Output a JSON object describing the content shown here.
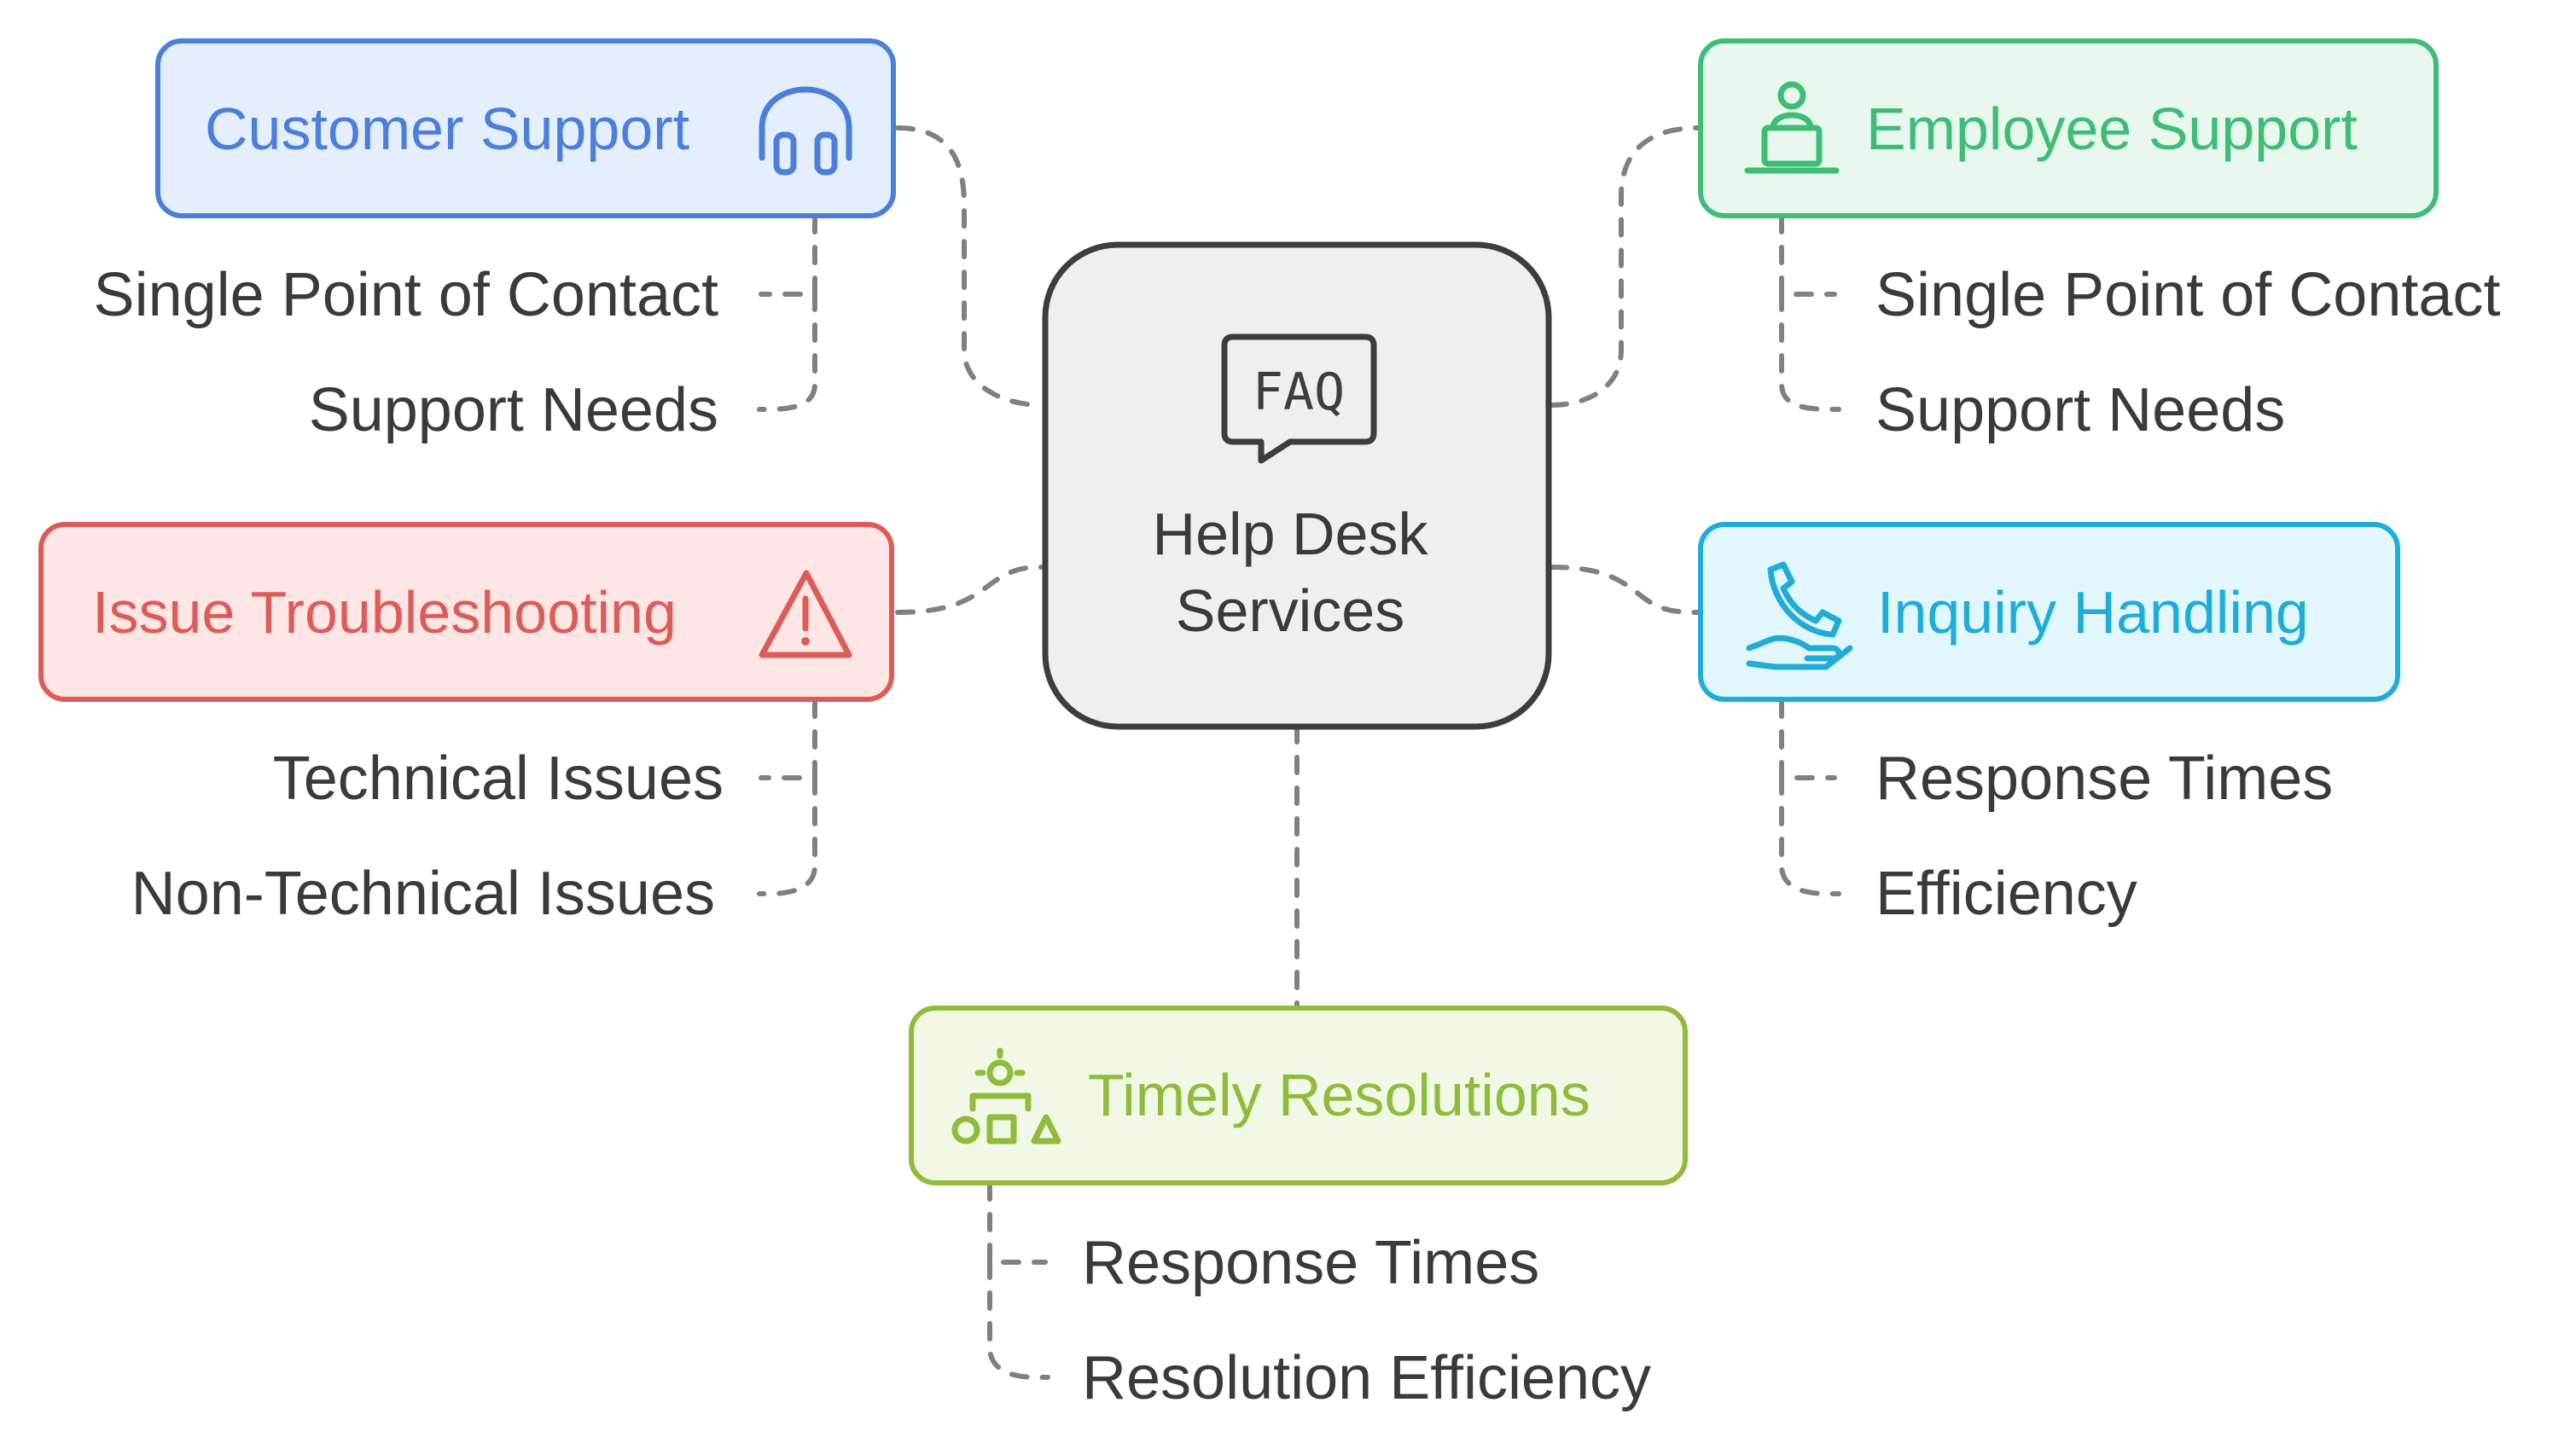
{
  "center": {
    "icon": "faq-icon",
    "icon_text": "FAQ",
    "label_line1": "Help Desk",
    "label_line2": "Services",
    "fill": "#efefef",
    "stroke": "#3d3d3d"
  },
  "nodes": {
    "customer_support": {
      "label": "Customer Support",
      "icon": "headset-icon",
      "color": "#4a7fdc",
      "fill": "#e4eefd",
      "items": [
        "Single Point of Contact",
        "Support Needs"
      ]
    },
    "employee_support": {
      "label": "Employee Support",
      "icon": "laptop-user-icon",
      "color": "#3dbd75",
      "fill": "#e8f8ee",
      "items": [
        "Single Point of Contact",
        "Support Needs"
      ]
    },
    "issue_troubleshooting": {
      "label": "Issue Troubleshooting",
      "icon": "warning-icon",
      "color": "#dd5c58",
      "fill": "#fde6e5",
      "items": [
        "Technical Issues",
        "Non-Technical Issues"
      ]
    },
    "inquiry_handling": {
      "label": "Inquiry Handling",
      "icon": "phone-hand-icon",
      "color": "#1fadd8",
      "fill": "#e2f7fd",
      "items": [
        "Response Times",
        "Efficiency"
      ]
    },
    "timely_resolutions": {
      "label": "Timely Resolutions",
      "icon": "idea-shapes-icon",
      "color": "#8fbc3a",
      "fill": "#f1f9e6",
      "items": [
        "Response Times",
        "Resolution Efficiency"
      ]
    }
  },
  "connector_color": "#808080"
}
